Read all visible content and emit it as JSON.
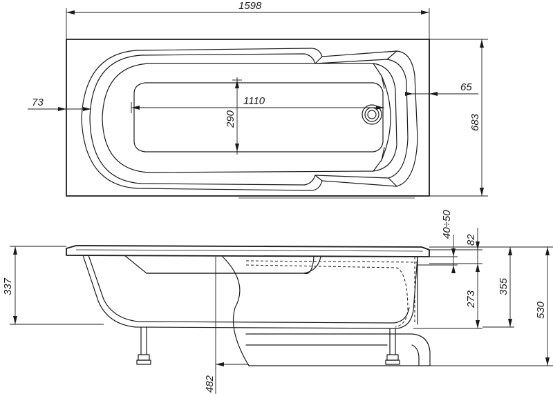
{
  "dimensions": {
    "overall_length": "1598",
    "inner_length": "1110",
    "inner_width": "290",
    "left_rim": "73",
    "right_rim": "65",
    "overall_width": "683",
    "rim_height_range": "40÷50",
    "rim_thickness": "82",
    "depth_left": "337",
    "inner_depth": "273",
    "depth_right": "355",
    "total_height": "530",
    "leg_offset": "482"
  },
  "colors": {
    "line": "#1a1a1a",
    "background": "#ffffff"
  }
}
